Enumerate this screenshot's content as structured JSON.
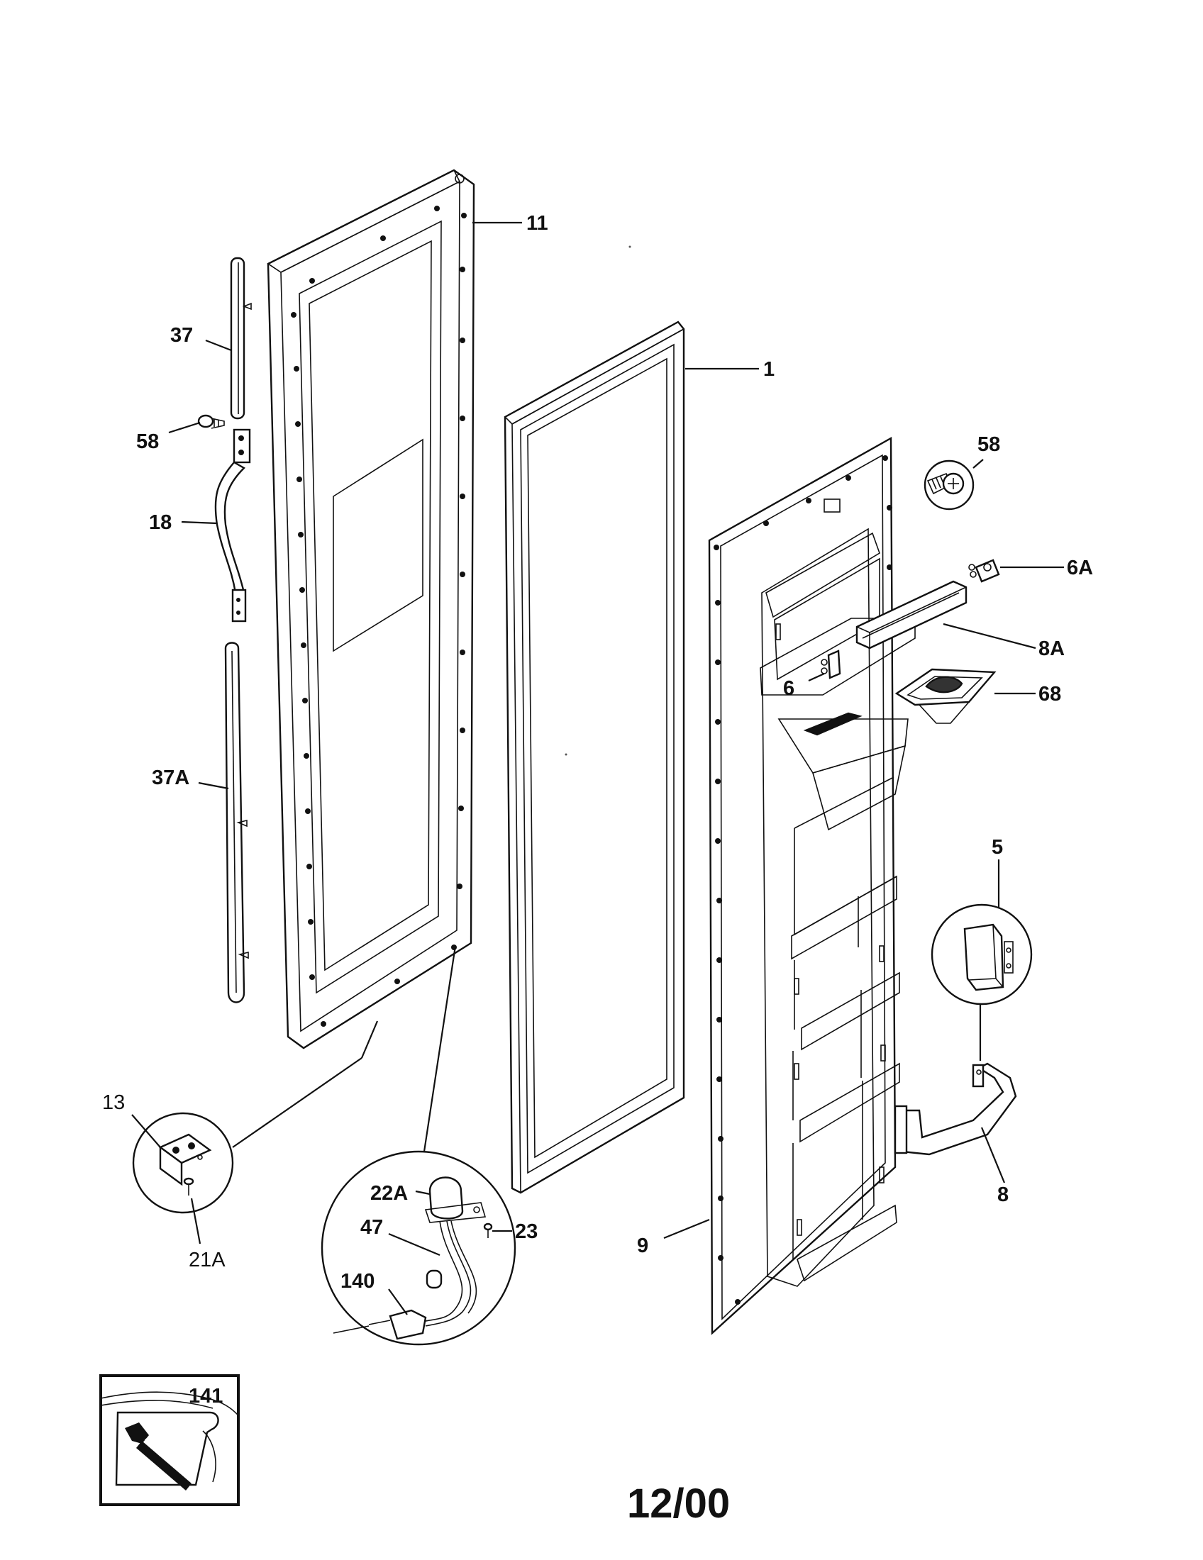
{
  "labels": {
    "p11": "11",
    "p1": "1",
    "p37": "37",
    "p58_left": "58",
    "p18": "18",
    "p37A": "37A",
    "p58_right": "58",
    "p6A": "6A",
    "p8A": "8A",
    "p6": "6",
    "p68": "68",
    "p5": "5",
    "p8": "8",
    "p9": "9",
    "p13": "13",
    "p21A": "21A",
    "p22A": "22A",
    "p23": "23",
    "p47": "47",
    "p140": "140",
    "p141": "141"
  },
  "date_code": "12/00"
}
